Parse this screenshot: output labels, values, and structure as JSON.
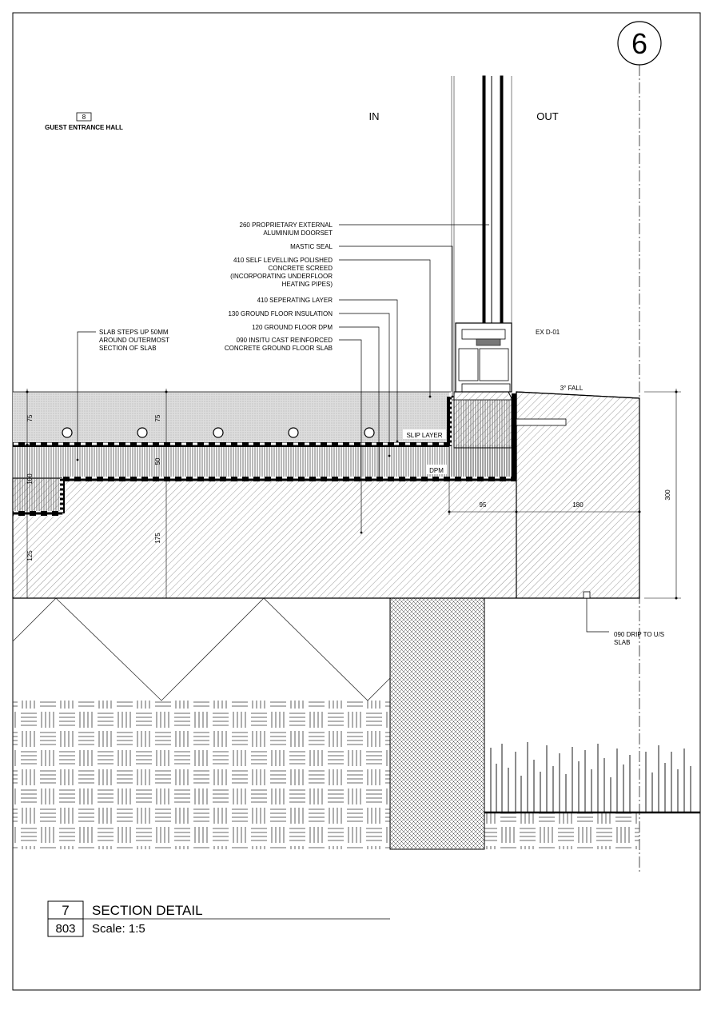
{
  "sheet_number": "6",
  "room": {
    "number": "8",
    "name": "GUEST ENTRANCE HALL"
  },
  "side_in": "IN",
  "side_out": "OUT",
  "door_ref": "EX D-01",
  "fall_note": "3° FALL",
  "slip_layer": "SLIP LAYER",
  "dpm": "DPM",
  "slab_note": [
    "SLAB STEPS UP 50MM",
    "AROUND OUTERMOST",
    "SECTION OF SLAB"
  ],
  "drip_note": [
    "090 DRIP TO U/S",
    "SLAB"
  ],
  "callouts": [
    {
      "lines": [
        "260 PROPRIETARY EXTERNAL",
        "ALUMINIUM DOORSET"
      ]
    },
    {
      "lines": [
        "MASTIC SEAL"
      ]
    },
    {
      "lines": [
        "410 SELF LEVELLING POLISHED",
        "CONCRETE SCREED",
        "(INCORPORATING UNDERFLOOR",
        "HEATING PIPES)"
      ]
    },
    {
      "lines": [
        "410 SEPERATING LAYER"
      ]
    },
    {
      "lines": [
        "130 GROUND FLOOR INSULATION"
      ]
    },
    {
      "lines": [
        "120 GROUND FLOOR DPM"
      ]
    },
    {
      "lines": [
        "090 INSITU CAST REINFORCED",
        "CONCRETE GROUND FLOOR SLAB"
      ]
    }
  ],
  "dims": {
    "screed_left": "75",
    "screed_mid": "75",
    "insulation": "50",
    "step": "100",
    "slab_left": "125",
    "slab_mid": "175",
    "overall": "300",
    "seal_offset": "95",
    "nosing": "180"
  },
  "title_block": {
    "detail_number": "7",
    "title": "SECTION DETAIL",
    "drawing_number": "803",
    "scale": "Scale: 1:5"
  }
}
